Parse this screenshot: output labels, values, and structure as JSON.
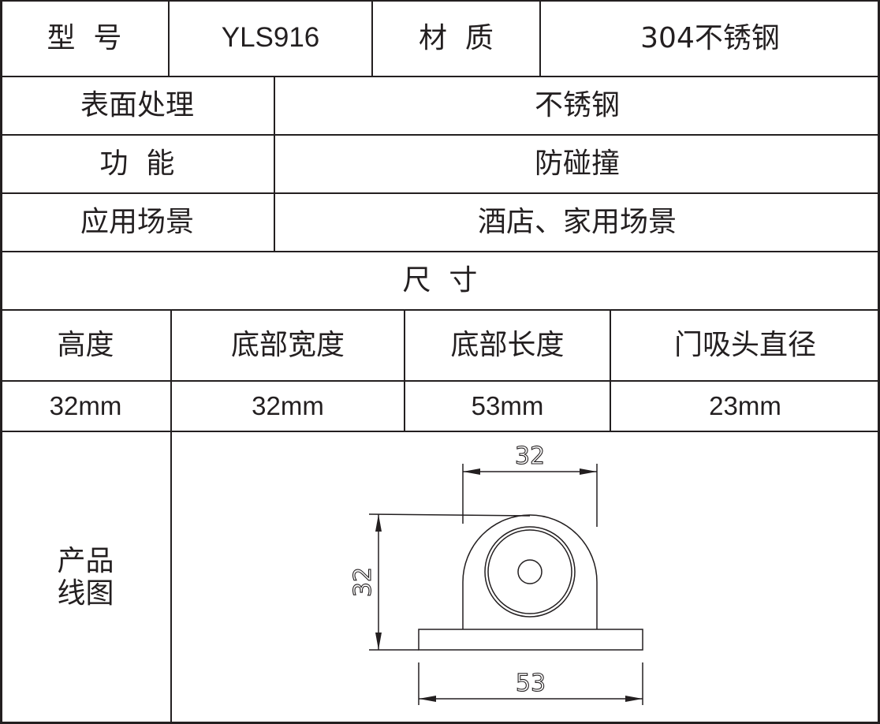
{
  "model_label": "型  号",
  "model_value": "YLS916",
  "material_label": "材  质",
  "material_value": "304不锈钢",
  "surface_label": "表面处理",
  "surface_value": "不锈钢",
  "function_label": "功  能",
  "function_value": "防碰撞",
  "usage_label": "应用场景",
  "usage_value": "酒店、家用场景",
  "size_header": "尺  寸",
  "dimensions": {
    "headers": [
      "高度",
      "底部宽度",
      "底部长度",
      "门吸头直径"
    ],
    "values": [
      "32mm",
      "32mm",
      "53mm",
      "23mm"
    ]
  },
  "drawing_label_line1": "产品",
  "drawing_label_line2": "线图",
  "drawing": {
    "dim_top": "32",
    "dim_left": "32",
    "dim_bottom": "53"
  }
}
